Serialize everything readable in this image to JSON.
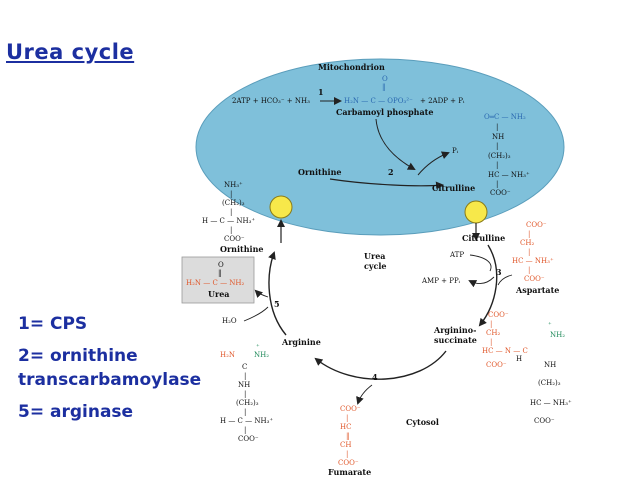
{
  "slide": {
    "title": "Urea cycle",
    "notes": [
      "1= CPS",
      "2= ornithine",
      "transcarbamoylase",
      "5= arginase"
    ]
  },
  "diagram": {
    "compartments": {
      "mitochondrion": "Mitochondrion",
      "cytosol": "Cytosol",
      "cycle": [
        "Urea",
        "cycle"
      ]
    },
    "steps": [
      "1",
      "2",
      "3",
      "4",
      "5"
    ],
    "reaction1": {
      "lhs": "2ATP + HCO₃⁻ + NH₃",
      "rhs": "+ 2ADP + Pᵢ",
      "carbamoyl": "H₂N — C — OPO₃²⁻",
      "o": "O",
      "dbl": "‖",
      "product": "Carbamoyl phosphate"
    },
    "metabolites": {
      "ornithine_mito": "Ornithine",
      "citrulline_mito": "Citrulline",
      "citrulline_cyto": "Citrulline",
      "ornithine_cyto": "Ornithine",
      "arginine": "Arginine",
      "argininosuccinate": [
        "Arginino-",
        "succinate"
      ],
      "aspartate": "Aspartate",
      "fumarate": "Fumarate",
      "urea": "Urea"
    },
    "cofactors": {
      "pi": "Pᵢ",
      "atp": "ATP",
      "amp": "AMP + PPᵢ",
      "h2o": "H₂O"
    },
    "structures": {
      "citrulline": [
        "O═C — NH₂",
        "|",
        "NH",
        "|",
        "(CH₂)₃",
        "|",
        "HC — NH₃⁺",
        "|",
        "COO⁻"
      ],
      "ornithine": [
        "NH₃⁺",
        "|",
        "(CH₂)₃",
        "|",
        "H — C — NH₃⁺",
        "|",
        "COO⁻"
      ],
      "urea": [
        "O",
        "‖",
        "H₂N — C — NH₂"
      ],
      "arginine": [
        "H₂N",
        "NH₂",
        "⁺",
        "C",
        "|",
        "NH",
        "|",
        "(CH₂)₃",
        "|",
        "H — C — NH₃⁺",
        "|",
        "COO⁻"
      ],
      "aspartate": [
        "COO⁻",
        "|",
        "CH₂",
        "|",
        "HC — NH₃⁺",
        "|",
        "COO⁻"
      ],
      "argininosuccinate": [
        "COO⁻",
        "|",
        "CH₂",
        "|",
        "HC — N — C",
        "|",
        "H",
        "COO⁻",
        "NH₂",
        "⁺",
        "NH",
        "(CH₂)₃",
        "HC — NH₃⁺",
        "COO⁻"
      ],
      "fumarate": [
        "COO⁻",
        "|",
        "HC",
        "‖",
        "CH",
        "|",
        "COO⁻"
      ]
    },
    "colors": {
      "mitochondrion_fill": "#7fc0da",
      "transporter": "#f7e84a",
      "title_blue": "#1c2fa0",
      "orange": "#e0572a",
      "blue": "#2a68b0"
    }
  }
}
